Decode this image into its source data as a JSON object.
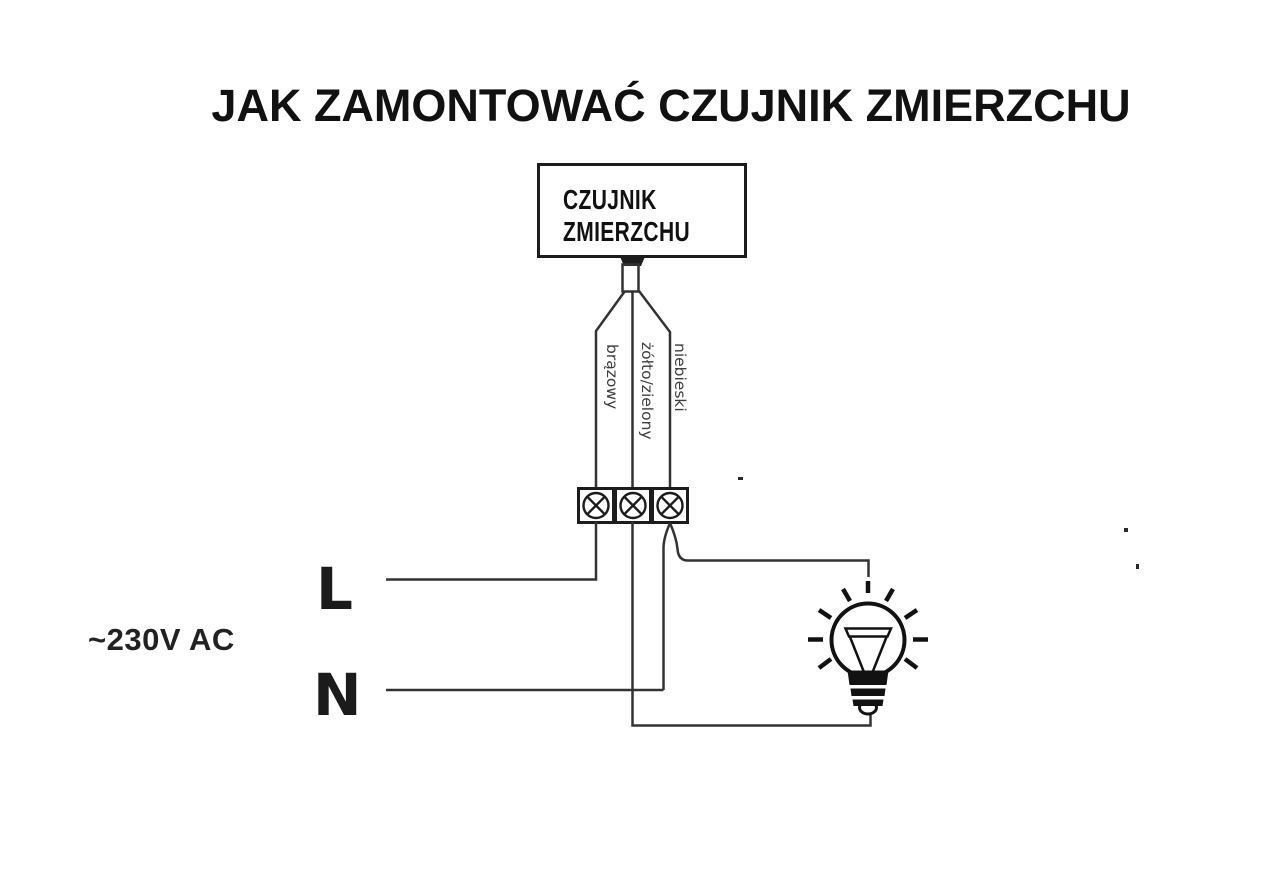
{
  "title": "JAK ZAMONTOWAĆ CZUJNIK ZMIERZCHU",
  "sensor_box": {
    "line1": "CZUJNIK",
    "line2": "ZMIERZCHU"
  },
  "wire_labels": {
    "left": "brązowy",
    "middle": "żółto/zielony",
    "right": "niebieski"
  },
  "power": {
    "voltage": "~230V AC",
    "live": "L",
    "neutral": "N"
  },
  "terminal_block": {
    "terminal_count": 3
  },
  "icons": {
    "screw_terminal": "screw-terminal-icon",
    "bulb": "light-bulb-icon"
  },
  "connections": [
    {
      "wire": "brązowy",
      "to": "L"
    },
    {
      "wire": "niebieski",
      "to": "N"
    },
    {
      "wire": "niebieski",
      "to": "bulb"
    },
    {
      "wire": "żółto/zielony",
      "to": "bulb"
    }
  ],
  "colors": {
    "line": "#333333",
    "ink": "#111111",
    "label": "#3d3d3d",
    "background": "#ffffff"
  }
}
